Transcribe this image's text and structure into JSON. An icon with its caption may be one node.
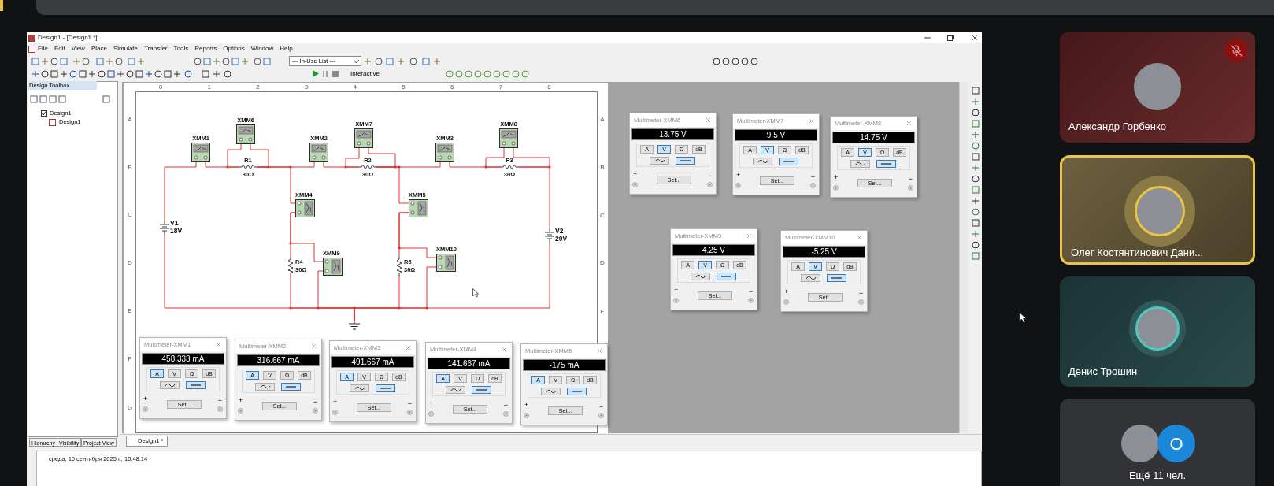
{
  "diagram": {
    "nodes": [
      {
        "text": [
          "XMM1"
        ]
      },
      {
        "text": [
          "XMM6"
        ]
      },
      {
        "text": [
          "R1",
          "30Ω"
        ]
      },
      {
        "text": [
          "XMM2"
        ]
      },
      {
        "text": [
          "XMM7"
        ]
      },
      {
        "text": [
          "R2",
          "30Ω"
        ]
      },
      {
        "text": [
          "XMM3"
        ]
      },
      {
        "text": [
          "XMM8"
        ]
      },
      {
        "text": [
          "R3",
          "30Ω"
        ]
      },
      {
        "text": [
          "V1",
          "18V"
        ]
      },
      {
        "text": [
          "XMM4"
        ]
      },
      {
        "text": [
          "XMM5"
        ]
      },
      {
        "text": [
          "V2",
          "20V"
        ]
      },
      {
        "text": [
          "R4",
          "30Ω"
        ]
      },
      {
        "text": [
          "XMM9"
        ]
      },
      {
        "text": [
          "R5",
          "30Ω"
        ]
      },
      {
        "text": [
          "XMM10"
        ]
      },
      {
        "text": [],
        "shape": "ground"
      },
      {
        "text": [
          "Multimeter-XMM6",
          "13.75 V",
          "A",
          "V",
          "Ω",
          "dB",
          "Set...",
          "+",
          "−"
        ]
      },
      {
        "text": [
          "Multimeter-XMM7",
          "9.5 V",
          "A",
          "V",
          "Ω",
          "dB",
          "Set...",
          "+",
          "−"
        ]
      },
      {
        "text": [
          "Multimeter-XMM8",
          "14.75 V",
          "A",
          "V",
          "Ω",
          "dB",
          "Set...",
          "+",
          "−"
        ]
      },
      {
        "text": [
          "Multimeter-XMM9",
          "4.25 V",
          "A",
          "V",
          "Ω",
          "dB",
          "Set...",
          "+",
          "−"
        ]
      },
      {
        "text": [
          "Multimeter-XMM10",
          "-5.25 V",
          "A",
          "V",
          "Ω",
          "dB",
          "Set...",
          "+",
          "−"
        ]
      },
      {
        "text": [
          "Multimeter-XMM1",
          "458.333 mA",
          "A",
          "V",
          "Ω",
          "dB",
          "Set...",
          "+",
          "−"
        ]
      },
      {
        "text": [
          "Multimeter-XMM2",
          "316.667 mA",
          "A",
          "V",
          "Ω",
          "dB",
          "Set...",
          "+",
          "−"
        ]
      },
      {
        "text": [
          "Multimeter-XMM3",
          "491.667 mA",
          "A",
          "V",
          "Ω",
          "dB",
          "Set...",
          "+",
          "−"
        ]
      },
      {
        "text": [
          "Multimeter-XMM4",
          "141.667 mA",
          "A",
          "V",
          "Ω",
          "dB",
          "Set...",
          "+",
          "−"
        ]
      },
      {
        "text": [
          "Multimeter-XMM5",
          "-175 mA",
          "A",
          "V",
          "Ω",
          "dB",
          "Set...",
          "+",
          "−"
        ]
      },
      {
        "text": [
          "Александр Горбенко"
        ]
      },
      {
        "text": [
          "Олег Костянтинович Дани..."
        ]
      },
      {
        "text": [
          "Денис Трошин"
        ]
      },
      {
        "text": [
          "Ещё 11 чел."
        ]
      },
      {
        "text": [
          "O"
        ],
        "in": 31
      },
      {
        "text": [],
        "shape": "bar"
      }
    ],
    "edges": [
      {
        "from": 9,
        "to": 0,
        "arrow": "none"
      },
      {
        "from": 0,
        "to": 2,
        "arrow": "none"
      },
      {
        "from": 1,
        "to": 2,
        "arrow": "none"
      },
      {
        "from": 1,
        "to": 2,
        "arrow": "none"
      },
      {
        "from": 2,
        "to": 3,
        "arrow": "none"
      },
      {
        "from": 2,
        "to": 10,
        "arrow": "none"
      },
      {
        "from": 3,
        "to": 5,
        "arrow": "none"
      },
      {
        "from": 4,
        "to": 5,
        "arrow": "none"
      },
      {
        "from": 4,
        "to": 5,
        "arrow": "none"
      },
      {
        "from": 5,
        "to": 6,
        "arrow": "none"
      },
      {
        "from": 5,
        "to": 11,
        "arrow": "none"
      },
      {
        "from": 6,
        "to": 8,
        "arrow": "none"
      },
      {
        "from": 7,
        "to": 8,
        "arrow": "none"
      },
      {
        "from": 7,
        "to": 8,
        "arrow": "none"
      },
      {
        "from": 8,
        "to": 12,
        "arrow": "none"
      },
      {
        "from": 10,
        "to": 13,
        "arrow": "none"
      },
      {
        "from": 10,
        "to": 14,
        "arrow": "none"
      },
      {
        "from": 11,
        "to": 15,
        "arrow": "none"
      },
      {
        "from": 11,
        "to": 16,
        "arrow": "none"
      },
      {
        "from": 9,
        "to": 17,
        "arrow": "none"
      },
      {
        "from": 13,
        "to": 17,
        "arrow": "none"
      },
      {
        "from": 14,
        "to": 17,
        "arrow": "none"
      },
      {
        "from": 15,
        "to": 17,
        "arrow": "none"
      },
      {
        "from": 16,
        "to": 17,
        "arrow": "none"
      },
      {
        "from": 12,
        "to": 17,
        "arrow": "none"
      }
    ],
    "labels": [
      "Design1 - [Design1 *]",
      "File",
      "Edit",
      "View",
      "Place",
      "Simulate",
      "Transfer",
      "Tools",
      "Reports",
      "Options",
      "Window",
      "Help",
      "--- In-Use List ---",
      "Interactive",
      "Design Toolbox",
      "Design1",
      "Design1",
      "0",
      "1",
      "2",
      "3",
      "4",
      "5",
      "6",
      "7",
      "8",
      "A",
      "B",
      "C",
      "D",
      "E",
      "F",
      "G",
      "A",
      "B",
      "C",
      "D",
      "E",
      "Hierarchy",
      "Visibility",
      "Project View",
      "Design1 *",
      "среда, 10 сентября 2025 г., 10:48:14"
    ]
  }
}
